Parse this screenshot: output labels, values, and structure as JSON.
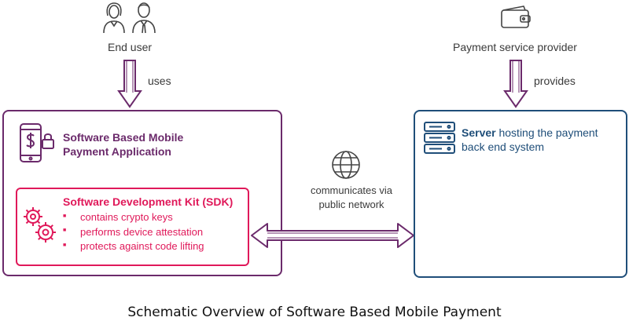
{
  "end_user": {
    "label": "End user",
    "action": "uses"
  },
  "provider": {
    "label": "Payment service provider",
    "action": "provides"
  },
  "app": {
    "title_line1": "Software Based Mobile",
    "title_line2": "Payment Application"
  },
  "sdk": {
    "title": "Software Development Kit (SDK)",
    "items": [
      "contains crypto keys",
      "performs device attestation",
      "protects against code lifting"
    ]
  },
  "server": {
    "bold": "Server",
    "rest_line1": " hosting the payment",
    "line2": "back end system"
  },
  "network": {
    "line1": "communicates via",
    "line2": "public network"
  },
  "caption": "Schematic Overview of Software Based Mobile Payment",
  "colors": {
    "app": "#6b2a6b",
    "sdk": "#e0195a",
    "server": "#1f4e79",
    "arrow": "#6b2a6b",
    "icon": "#444444"
  },
  "icons": [
    "woman-icon",
    "man-icon",
    "wallet-icon",
    "phone-lock-dollar-icon",
    "gears-icon",
    "server-icon",
    "globe-icon"
  ]
}
